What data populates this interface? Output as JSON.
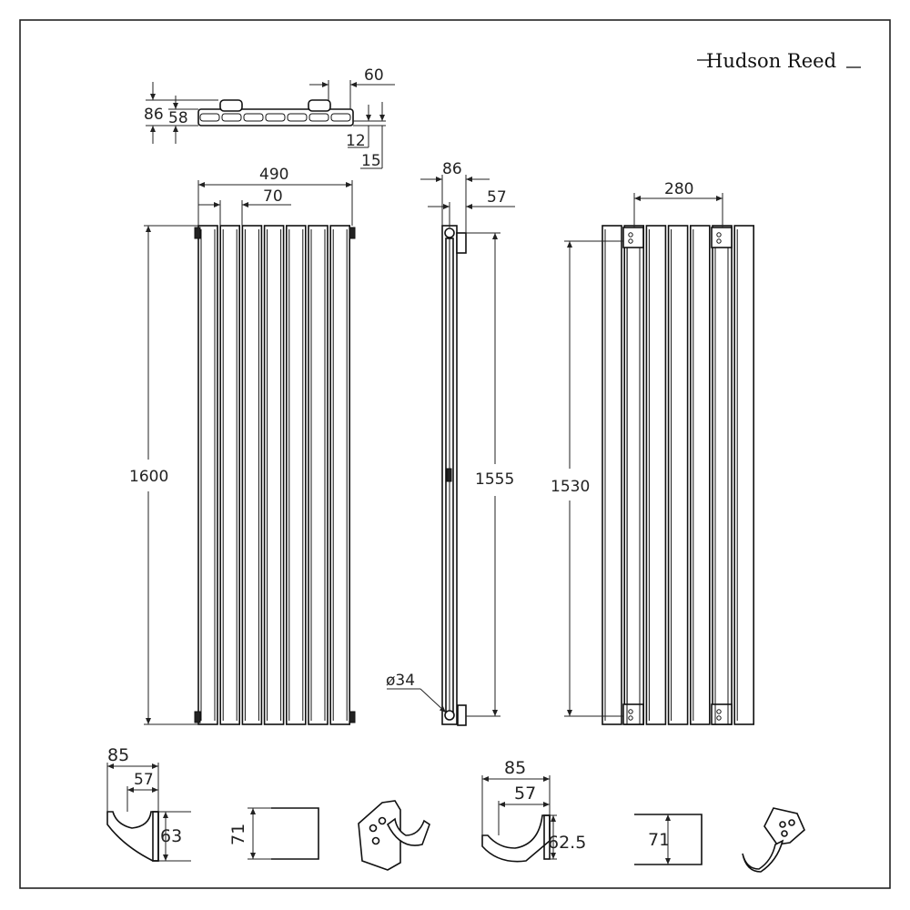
{
  "brand": {
    "name": "Hudson Reed"
  },
  "plan_view": {
    "dim_width_top": "60",
    "dim_total_depth": "86",
    "dim_pipe_depth": "58",
    "dim_small_a": "12",
    "dim_small_b": "15"
  },
  "front_view": {
    "dim_width": "490",
    "dim_spacing": "70",
    "dim_height": "1600"
  },
  "side_view": {
    "dim_depth": "86",
    "dim_pipe": "57",
    "dim_height": "1555",
    "dim_diameter": "ø34"
  },
  "back_view": {
    "dim_bracket_spacing": "280",
    "dim_bracket_height": "1530"
  },
  "bracket_a": {
    "dim_width": "85",
    "dim_inner": "57",
    "dim_height": "63",
    "dim_plate": "71"
  },
  "bracket_b": {
    "dim_width": "85",
    "dim_inner": "57",
    "dim_height": "62.5",
    "dim_plate": "71"
  }
}
